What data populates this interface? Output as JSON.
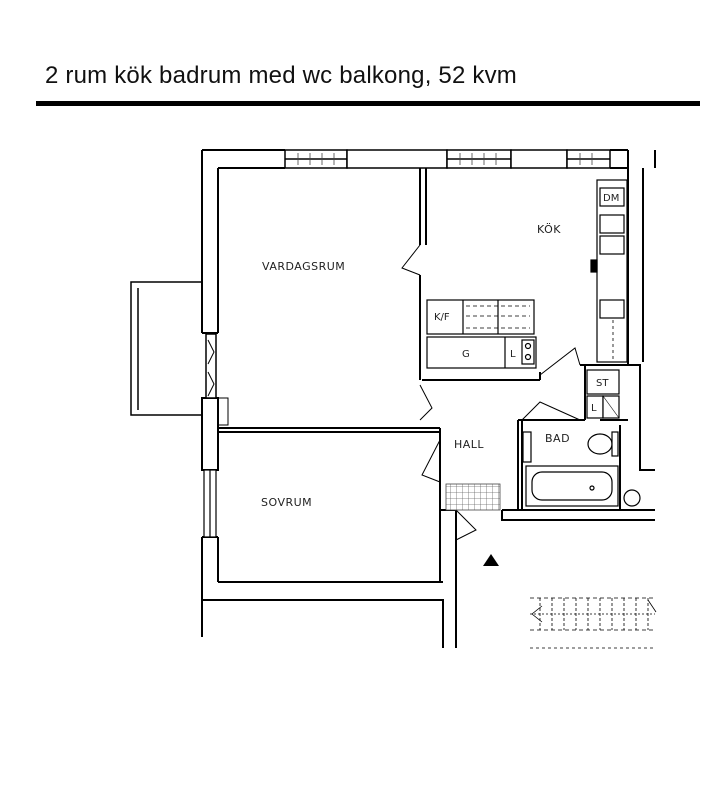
{
  "header": {
    "title": "2 rum kök badrum med wc balkong, 52 kvm"
  },
  "rooms": {
    "living": "VARDAGSRUM",
    "kitchen": "KÖK",
    "bedroom": "SOVRUM",
    "hall": "HALL",
    "bath": "BAD"
  },
  "fixtures": {
    "fridge_freezer": "K/F",
    "wardrobe": "G",
    "linen_hall": "L",
    "dishwasher": "DM",
    "cleaning_closet": "ST",
    "linen_bath": "L"
  }
}
